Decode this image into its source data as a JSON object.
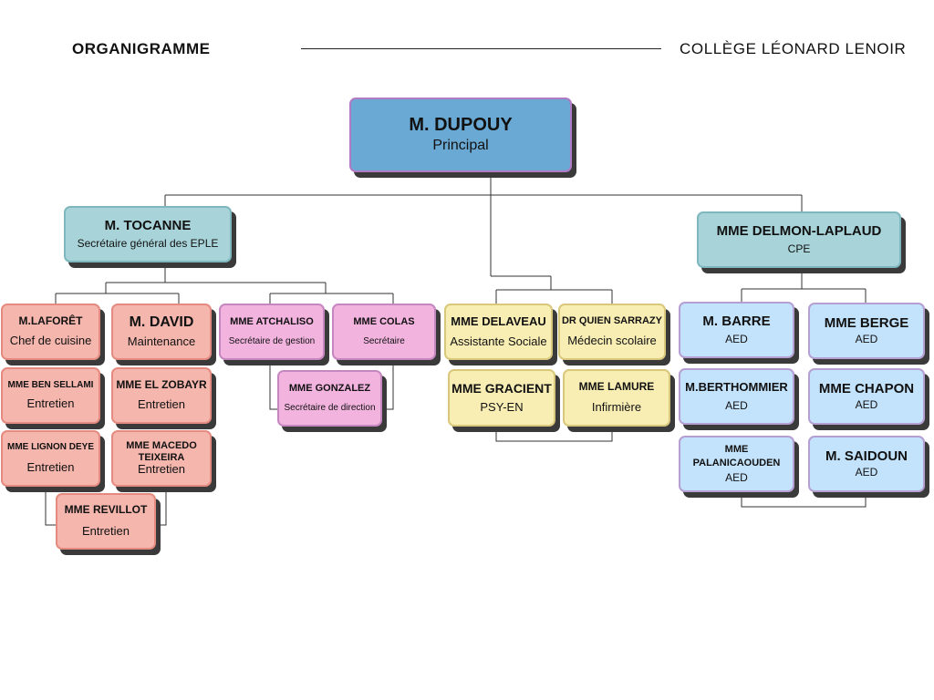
{
  "header": {
    "title": "ORGANIGRAMME",
    "school": "COLLÈGE LÉONARD LENOIR"
  },
  "nodes": {
    "dupouy": {
      "name": "M. DUPOUY",
      "role": "Principal"
    },
    "tocanne": {
      "name": "M. TOCANNE",
      "role": "Secrétaire général des EPLE"
    },
    "delmon": {
      "name": "MME DELMON-LAPLAUD",
      "role": "CPE"
    },
    "laforet": {
      "name": "M.LAFORÊT",
      "role": "Chef de cuisine"
    },
    "david": {
      "name": "M. DAVID",
      "role": "Maintenance"
    },
    "bensellami": {
      "name": "MME BEN SELLAMI",
      "role": "Entretien"
    },
    "elzobayr": {
      "name": "MME EL ZOBAYR",
      "role": "Entretien"
    },
    "lignondeye": {
      "name": "MME LIGNON DEYE",
      "role": "Entretien"
    },
    "macedo": {
      "name": "MME MACEDO TEIXEIRA",
      "role": "Entretien"
    },
    "revillot": {
      "name": "MME REVILLOT",
      "role": "Entretien"
    },
    "atchaliso": {
      "name": "MME ATCHALISO",
      "role": "Secrétaire de gestion"
    },
    "colas": {
      "name": "MME COLAS",
      "role": "Secrétaire"
    },
    "gonzalez": {
      "name": "MME GONZALEZ",
      "role": "Secrétaire de direction"
    },
    "delaveau": {
      "name": "MME DELAVEAU",
      "role": "Assistante Sociale"
    },
    "quiensarrazy": {
      "name": "DR QUIEN SARRAZY",
      "role": "Médecin scolaire"
    },
    "gracient": {
      "name": "MME GRACIENT",
      "role": "PSY-EN"
    },
    "lamure": {
      "name": "MME LAMURE",
      "role": "Infirmière"
    },
    "barre": {
      "name": "M. BARRE",
      "role": "AED"
    },
    "berge": {
      "name": "MME BERGE",
      "role": "AED"
    },
    "berthommier": {
      "name": "M.BERTHOMMIER",
      "role": "AED"
    },
    "chapon": {
      "name": "MME CHAPON",
      "role": "AED"
    },
    "palanicaouden": {
      "name": "MME PALANICAOUDEN",
      "role": "AED"
    },
    "saidoun": {
      "name": "M. SAIDOUN",
      "role": "AED"
    }
  },
  "colors": {
    "principal": "#6aa9d3",
    "direction": "#a8d4d9",
    "agents": "#f5b6ad",
    "secretariat": "#f2b3df",
    "social_sante": "#f8eeb4",
    "vie_scolaire": "#c3e2fb"
  }
}
